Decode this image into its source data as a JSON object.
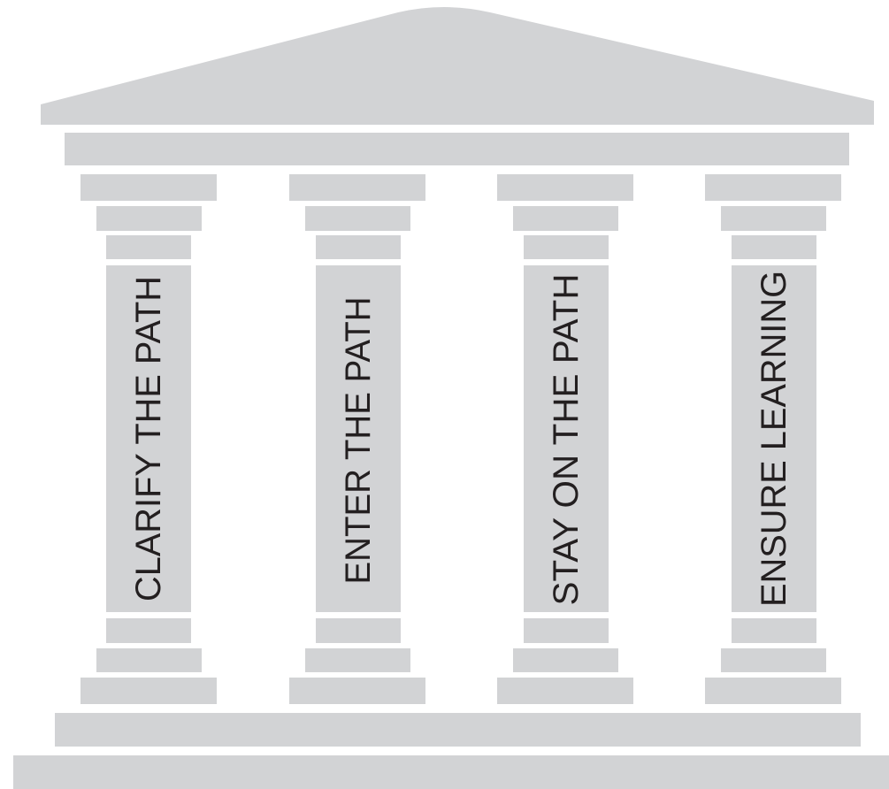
{
  "diagram": {
    "colors": {
      "stone": "#d2d3d5",
      "text": "#231f20",
      "background": "#ffffff"
    },
    "pillars": [
      {
        "label": "CLARIFY THE PATH"
      },
      {
        "label": "ENTER THE PATH"
      },
      {
        "label": "STAY ON THE PATH"
      },
      {
        "label": "ENSURE LEARNING"
      }
    ]
  }
}
